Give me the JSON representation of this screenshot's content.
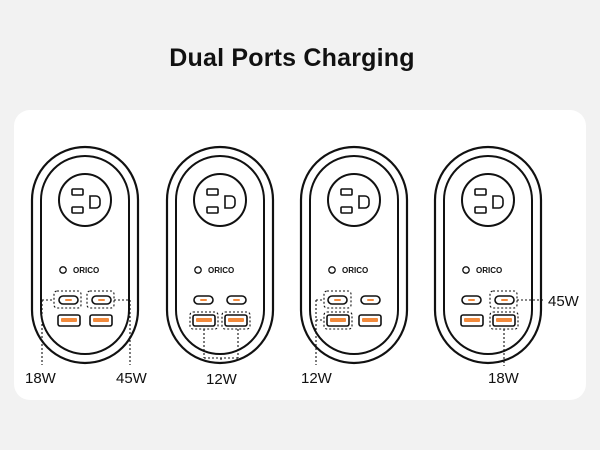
{
  "title": "Dual Ports Charging",
  "brand": "ORICO",
  "colors": {
    "background": "#f2f2f2",
    "card": "#ffffff",
    "outline": "#111111",
    "usb_a_port": "#f28a3c",
    "usb_c_port": "#f28a3c"
  },
  "adapters": [
    {
      "port_labels": [
        "18W",
        "45W"
      ]
    },
    {
      "port_labels": [
        "12W"
      ]
    },
    {
      "port_labels": [
        "12W"
      ]
    },
    {
      "port_labels": [
        "45W",
        "18W"
      ]
    }
  ]
}
